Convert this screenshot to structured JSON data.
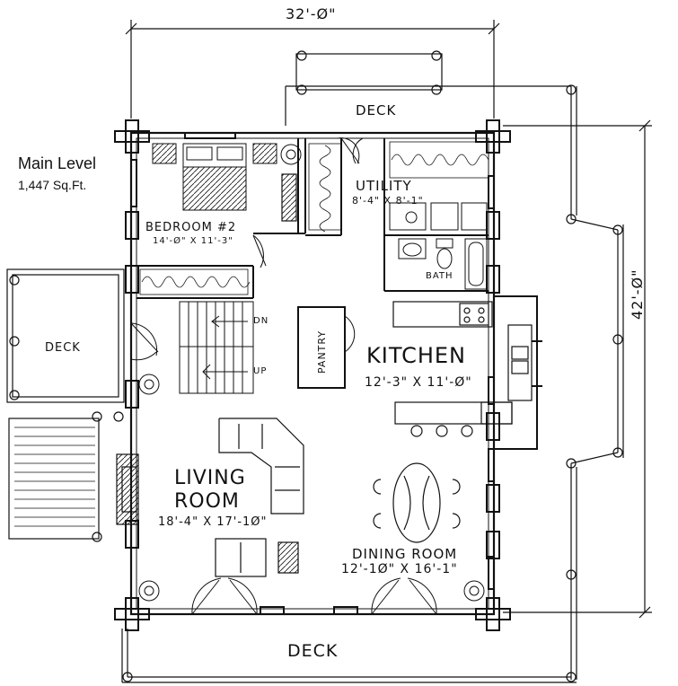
{
  "header": {
    "level_title": "Main Level",
    "area": "1,447 Sq.Ft."
  },
  "dimensions": {
    "width": "32'-Ø\"",
    "depth": "42'-Ø\""
  },
  "rooms": {
    "deck_top": "DECK",
    "deck_left": "DECK",
    "deck_bottom": "DECK",
    "bedroom": {
      "name": "BEDROOM #2",
      "size": "14'-Ø\" X 11'-3\""
    },
    "utility": {
      "name": "UTILITY",
      "size": "8'-4\" X 8'-1\""
    },
    "bath": "BATH",
    "pantry": "PANTRY",
    "kitchen": {
      "name": "KITCHEN",
      "size": "12'-3\" X 11'-Ø\""
    },
    "living": {
      "name_line1": "LIVING",
      "name_line2": "ROOM",
      "size": "18'-4\" X 17'-1Ø\""
    },
    "dining": {
      "name": "DINING ROOM",
      "size": "12'-1Ø\" X 16'-1\""
    }
  },
  "stairs": {
    "down": "DN",
    "up": "UP"
  },
  "colors": {
    "ink": "#111111",
    "paper": "#ffffff"
  }
}
